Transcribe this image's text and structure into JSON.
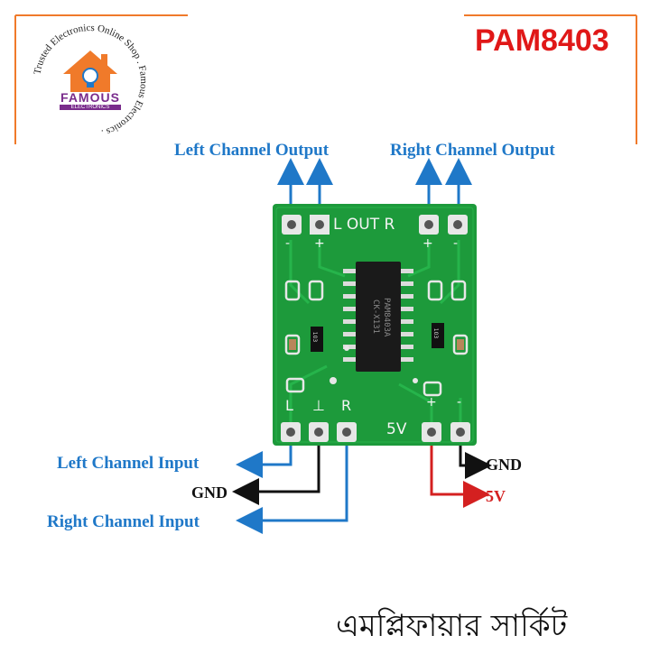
{
  "brand": {
    "arc_text": "Trusted Electronics Online Shop . Famous Electronics .",
    "name": "FAMOUS",
    "sub": "ELECTRONICS"
  },
  "title": "PAM8403",
  "labels": {
    "left_out": "Left Channel  Output",
    "right_out": "Right  Channel  Output",
    "left_in": "Left Channel  Input",
    "gnd_in": "GND",
    "right_in": "Right  Channel  Input",
    "gnd_pwr": "GND",
    "v5": "5V"
  },
  "board": {
    "silk_top": "L OUT R",
    "minus_plus_left": [
      "-",
      "+"
    ],
    "plus_minus_right": [
      "+",
      "-"
    ],
    "chip_text": [
      "PAM8403A",
      "CK-X131"
    ],
    "resistor": "103",
    "silk_bottom_l": "L",
    "silk_bottom_gnd": "⊥",
    "silk_bottom_r": "R",
    "silk_5v": "5V",
    "pwr_plus": "+",
    "pwr_minus": "-"
  },
  "caption": "এমপ্লিফায়ার সার্কিট",
  "colors": {
    "blue": "#1f78c8",
    "red": "#d42020",
    "orange": "#f07a2a",
    "pcb": "#1d9a3b"
  }
}
